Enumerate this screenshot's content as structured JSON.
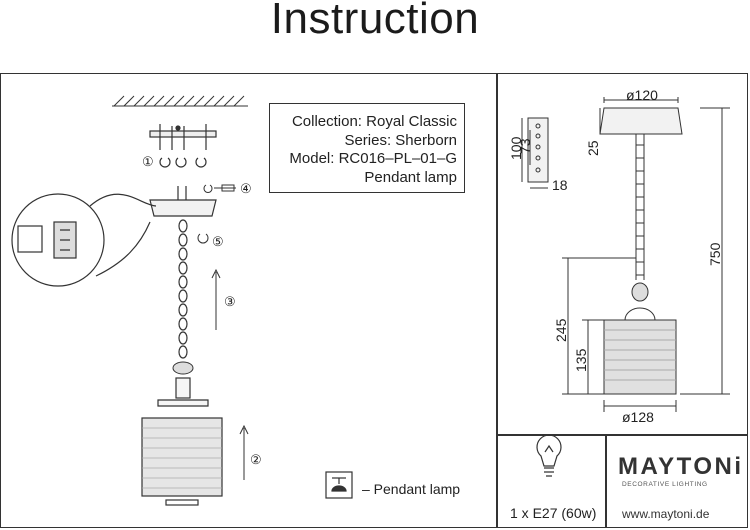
{
  "header": {
    "title": "Instruction"
  },
  "product": {
    "collection": "Collection: Royal Classic",
    "series": "Series: Sherborn",
    "model": "Model: RC016–PL–01–G",
    "type": "Pendant lamp"
  },
  "assembly_steps": [
    "①",
    "②",
    "③",
    "④",
    "⑤"
  ],
  "dimensions": {
    "canopy_diameter": "ø120",
    "canopy_height": "25",
    "bracket_100": "100",
    "bracket_73": "73",
    "bracket_18": "18",
    "total_height": "750",
    "shade_245": "245",
    "shade_135": "135",
    "shade_diameter": "ø128"
  },
  "legend": {
    "label": "– Pendant lamp"
  },
  "bulb": {
    "spec": "1 x E27 (60w)"
  },
  "brand": {
    "name": "MAYTONi",
    "tagline": "DECORATIVE LIGHTING",
    "website": "www.maytoni.de"
  }
}
